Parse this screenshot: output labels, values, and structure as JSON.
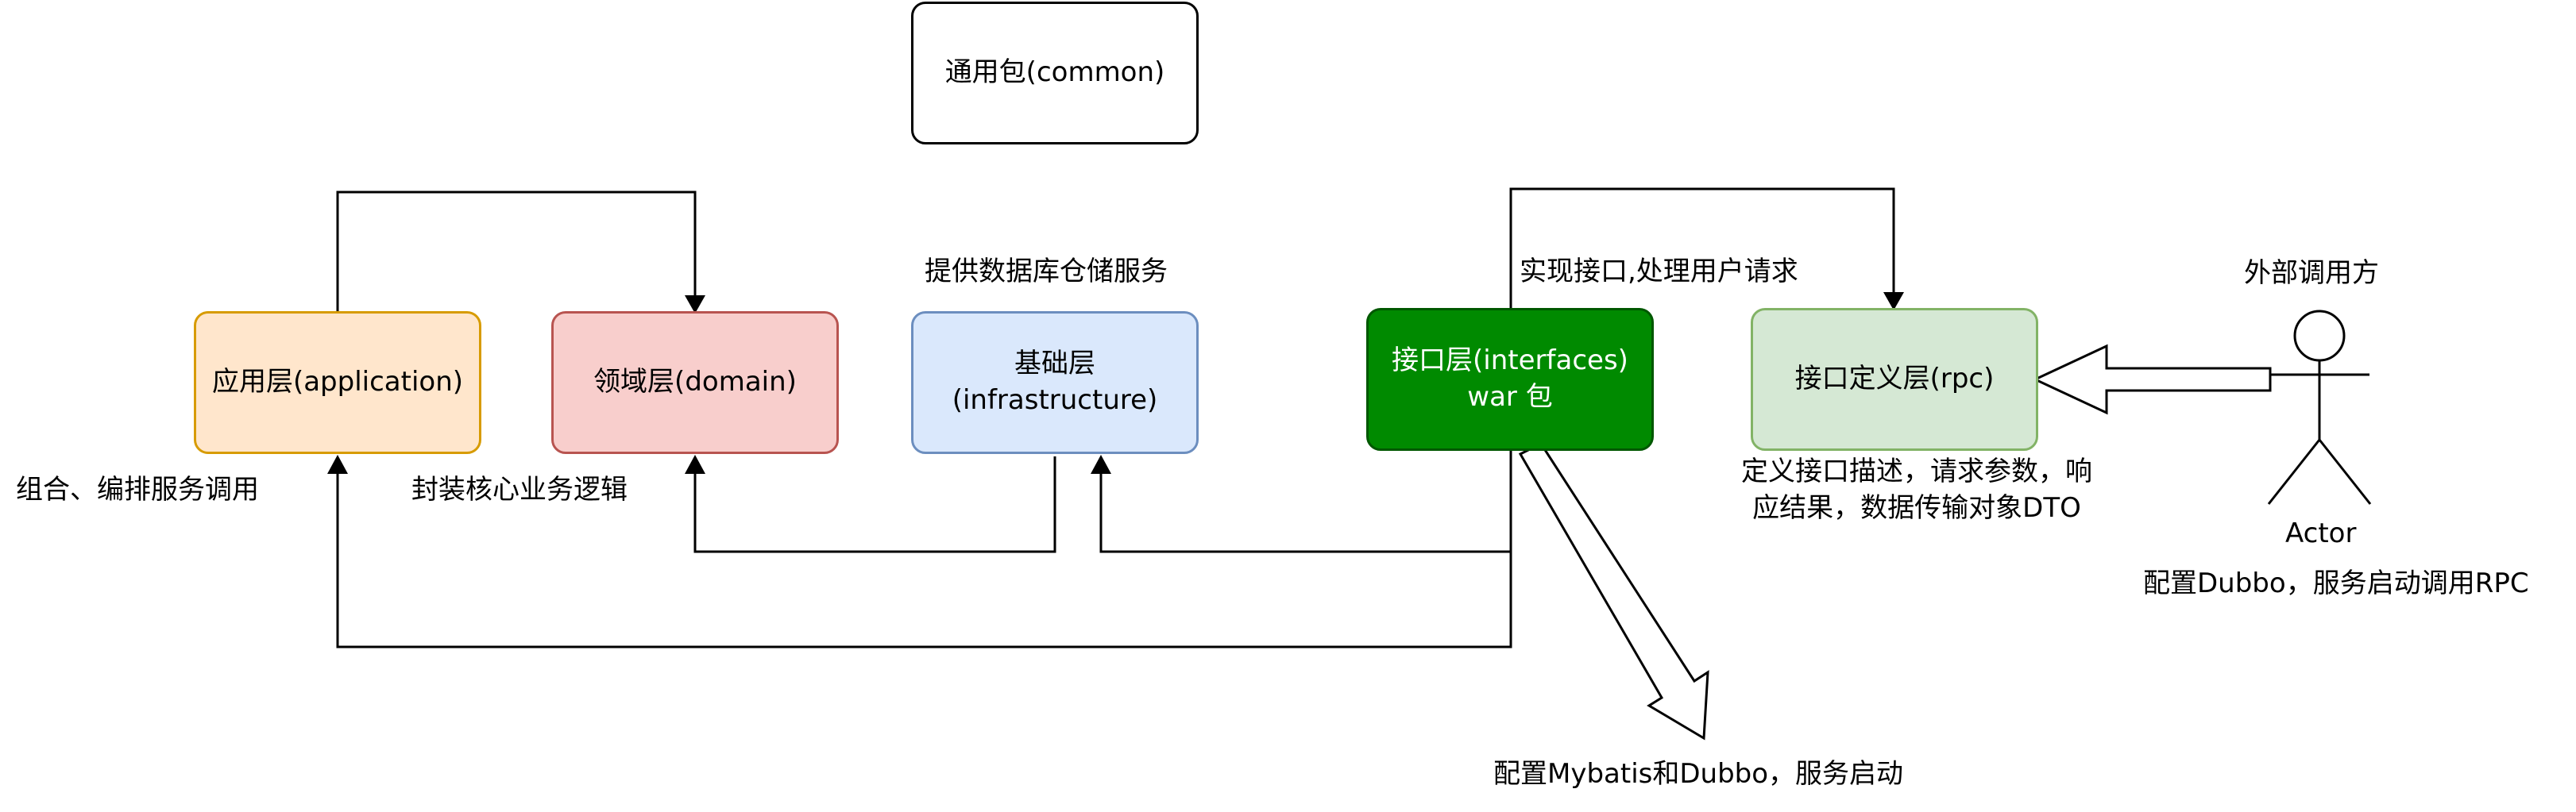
{
  "nodes": {
    "common": "通用包(common)",
    "application": "应用层(application)",
    "domain": "领域层(domain)",
    "infrastructure": "基础层(infrastructure)",
    "interfaces_line1": "接口层(interfaces)",
    "interfaces_line2": "war 包",
    "rpc": "接口定义层(rpc)"
  },
  "labels": {
    "application_desc": "组合、编排服务调用",
    "domain_desc": "封装核心业务逻辑",
    "infrastructure_desc": "提供数据库仓储服务",
    "interfaces_desc": "实现接口,处理用户请求",
    "rpc_desc_line1": "定义接口描述，请求参数，响",
    "rpc_desc_line2": "应结果，数据传输对象DTO",
    "external_caller": "外部调用方",
    "actor": "Actor",
    "actor_desc": "配置Dubbo，服务启动调用RPC",
    "war_config": "配置Mybatis和Dubbo，服务启动"
  },
  "colors": {
    "application_fill": "#ffe6cc",
    "application_stroke": "#d79b00",
    "domain_fill": "#f8cecc",
    "domain_stroke": "#b85450",
    "infrastructure_fill": "#dae8fc",
    "infrastructure_stroke": "#6c8ebf",
    "interfaces_fill": "#008a00",
    "interfaces_stroke": "#005700",
    "rpc_fill": "#d5e8d4",
    "rpc_stroke": "#82b366",
    "common_fill": "#ffffff",
    "common_stroke": "#000000"
  }
}
